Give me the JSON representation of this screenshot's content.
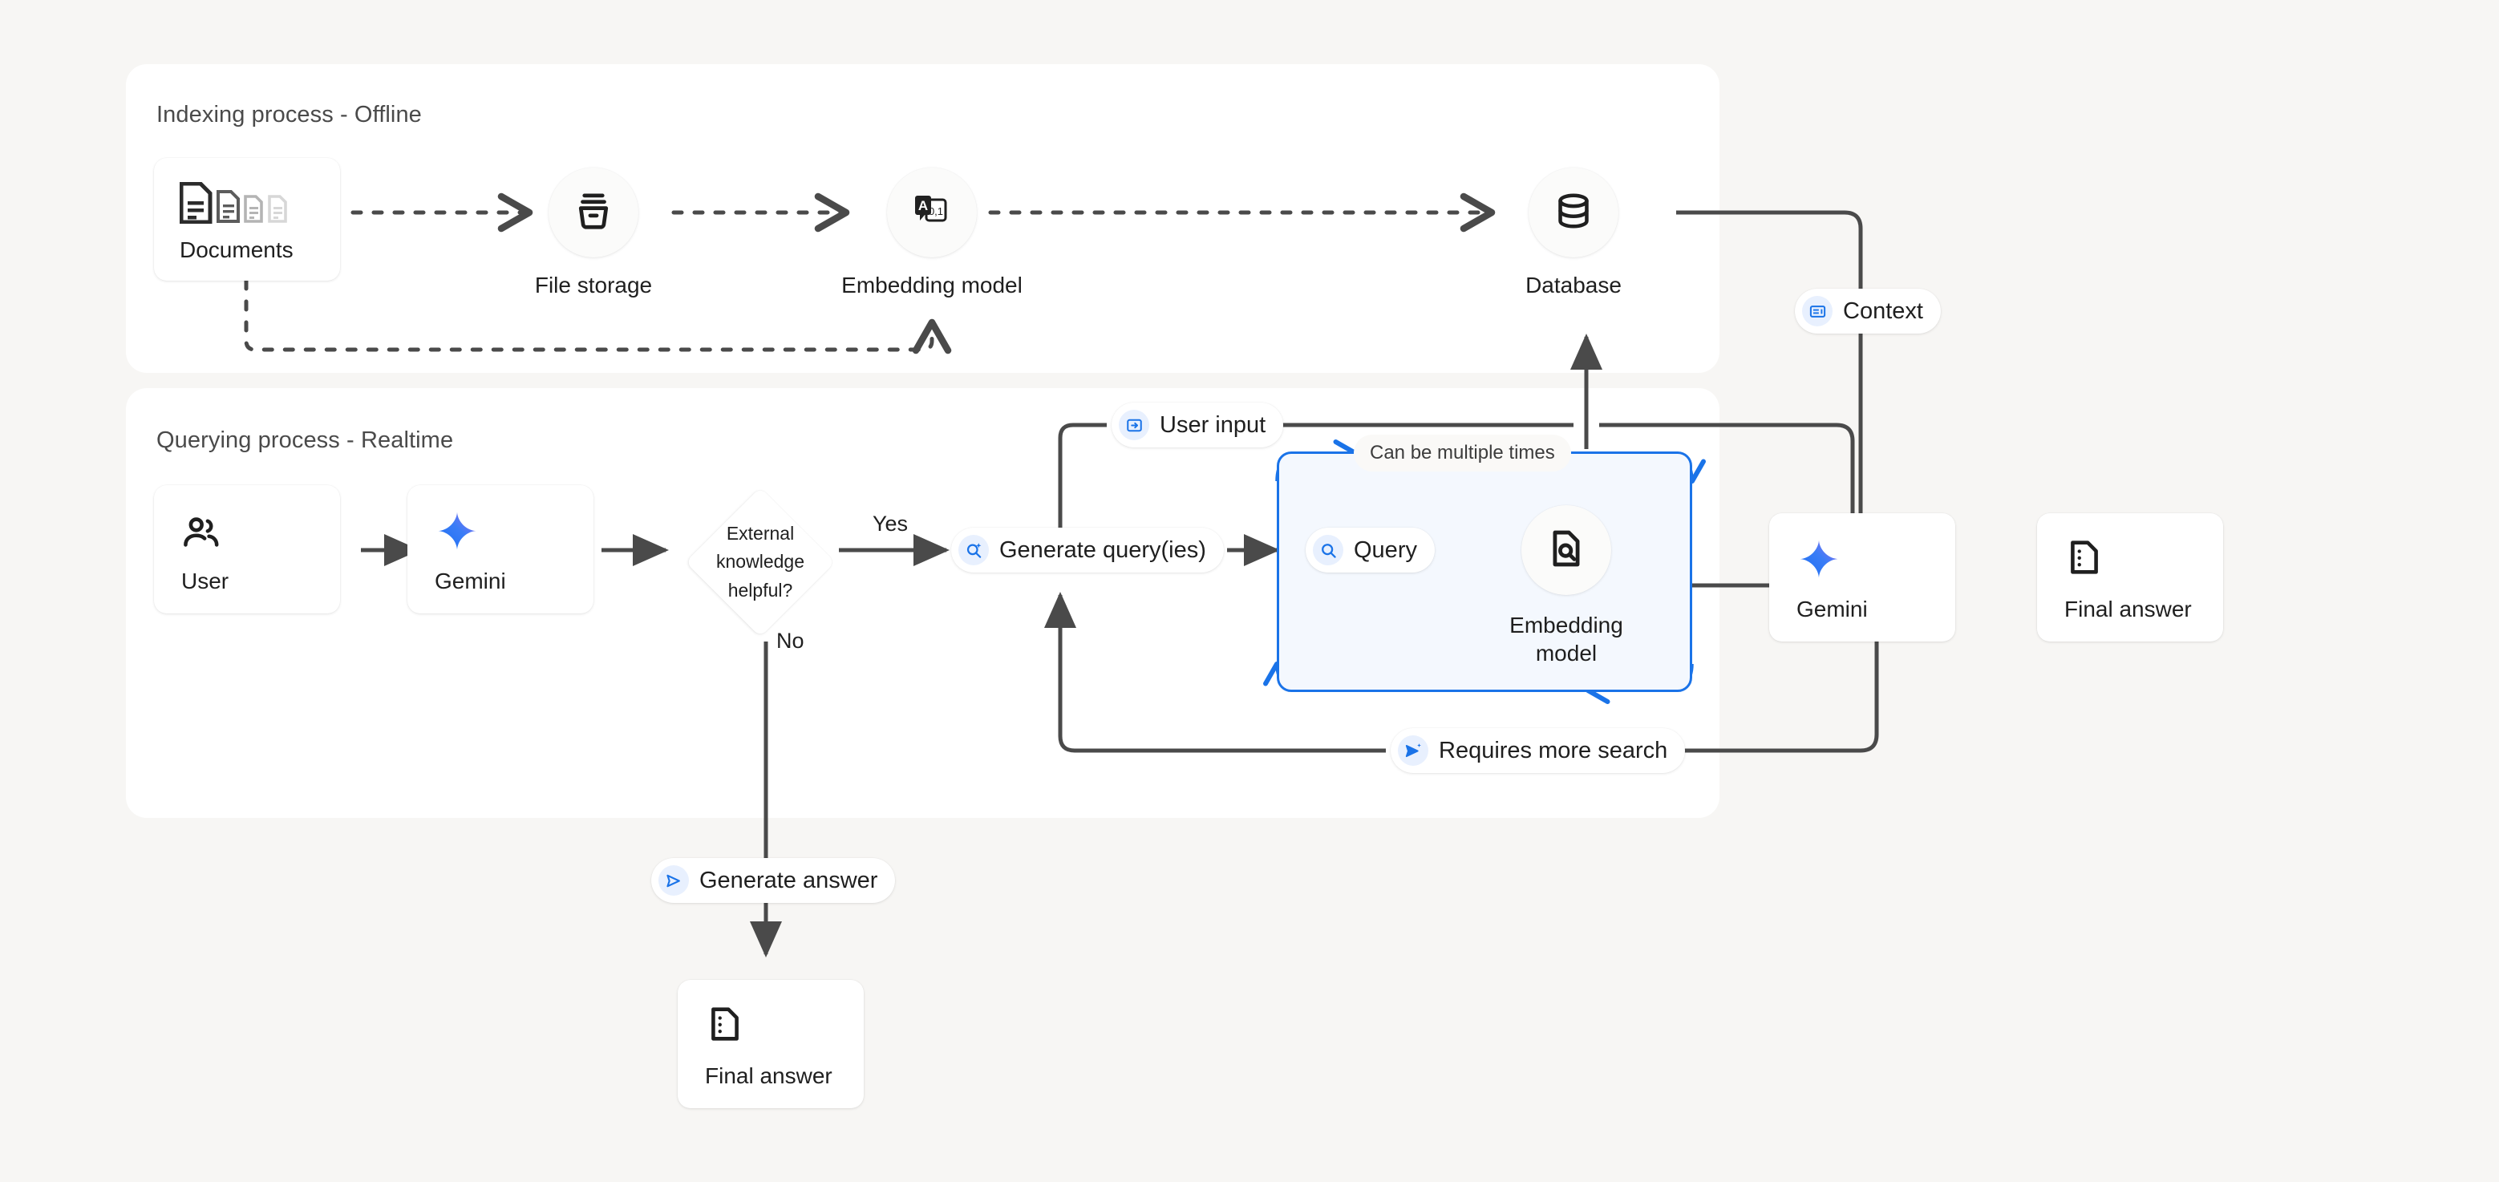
{
  "canvas": {
    "background": "#f7f6f4",
    "panel_background": "#ffffff",
    "accent_blue": "#1a73e8",
    "loop_fill": "#f4f8fe",
    "wire_color": "#4a4a4a"
  },
  "panels": [
    {
      "id": "indexing",
      "title": "Indexing process - Offline"
    },
    {
      "id": "querying",
      "title": "Querying process - Realtime"
    }
  ],
  "indexing": {
    "documents": {
      "label": "Documents",
      "icon": "documents-icon"
    },
    "file_storage": {
      "label": "File storage",
      "icon": "file-storage-icon"
    },
    "embedding_model": {
      "label": "Embedding model",
      "icon": "embedding-model-icon"
    },
    "database": {
      "label": "Database",
      "icon": "database-icon"
    }
  },
  "querying": {
    "user": {
      "label": "User",
      "icon": "user-group-icon"
    },
    "gemini_left": {
      "label": "Gemini",
      "icon": "gemini-sparkle-icon"
    },
    "decision": {
      "label": "External knowledge helpful?",
      "yes": "Yes",
      "no": "No"
    },
    "generate_queries": {
      "label": "Generate query(ies)",
      "icon": "search-sparkle-icon"
    },
    "loop": {
      "caption": "Can be multiple times",
      "query": {
        "label": "Query",
        "icon": "search-icon"
      },
      "embedding_model": {
        "label": "Embedding model",
        "icon": "document-search-icon"
      }
    },
    "requires_more_search": {
      "label": "Requires more search",
      "icon": "send-sparkle-icon"
    },
    "user_input": {
      "label": "User input",
      "icon": "login-icon"
    },
    "context": {
      "label": "Context",
      "icon": "context-card-icon"
    },
    "gemini_right": {
      "label": "Gemini",
      "icon": "gemini-sparkle-icon"
    },
    "final_answer_right": {
      "label": "Final answer",
      "icon": "answer-doc-icon"
    },
    "generate_answer": {
      "label": "Generate answer",
      "icon": "send-icon"
    },
    "final_answer_bottom": {
      "label": "Final answer",
      "icon": "answer-doc-icon"
    }
  }
}
